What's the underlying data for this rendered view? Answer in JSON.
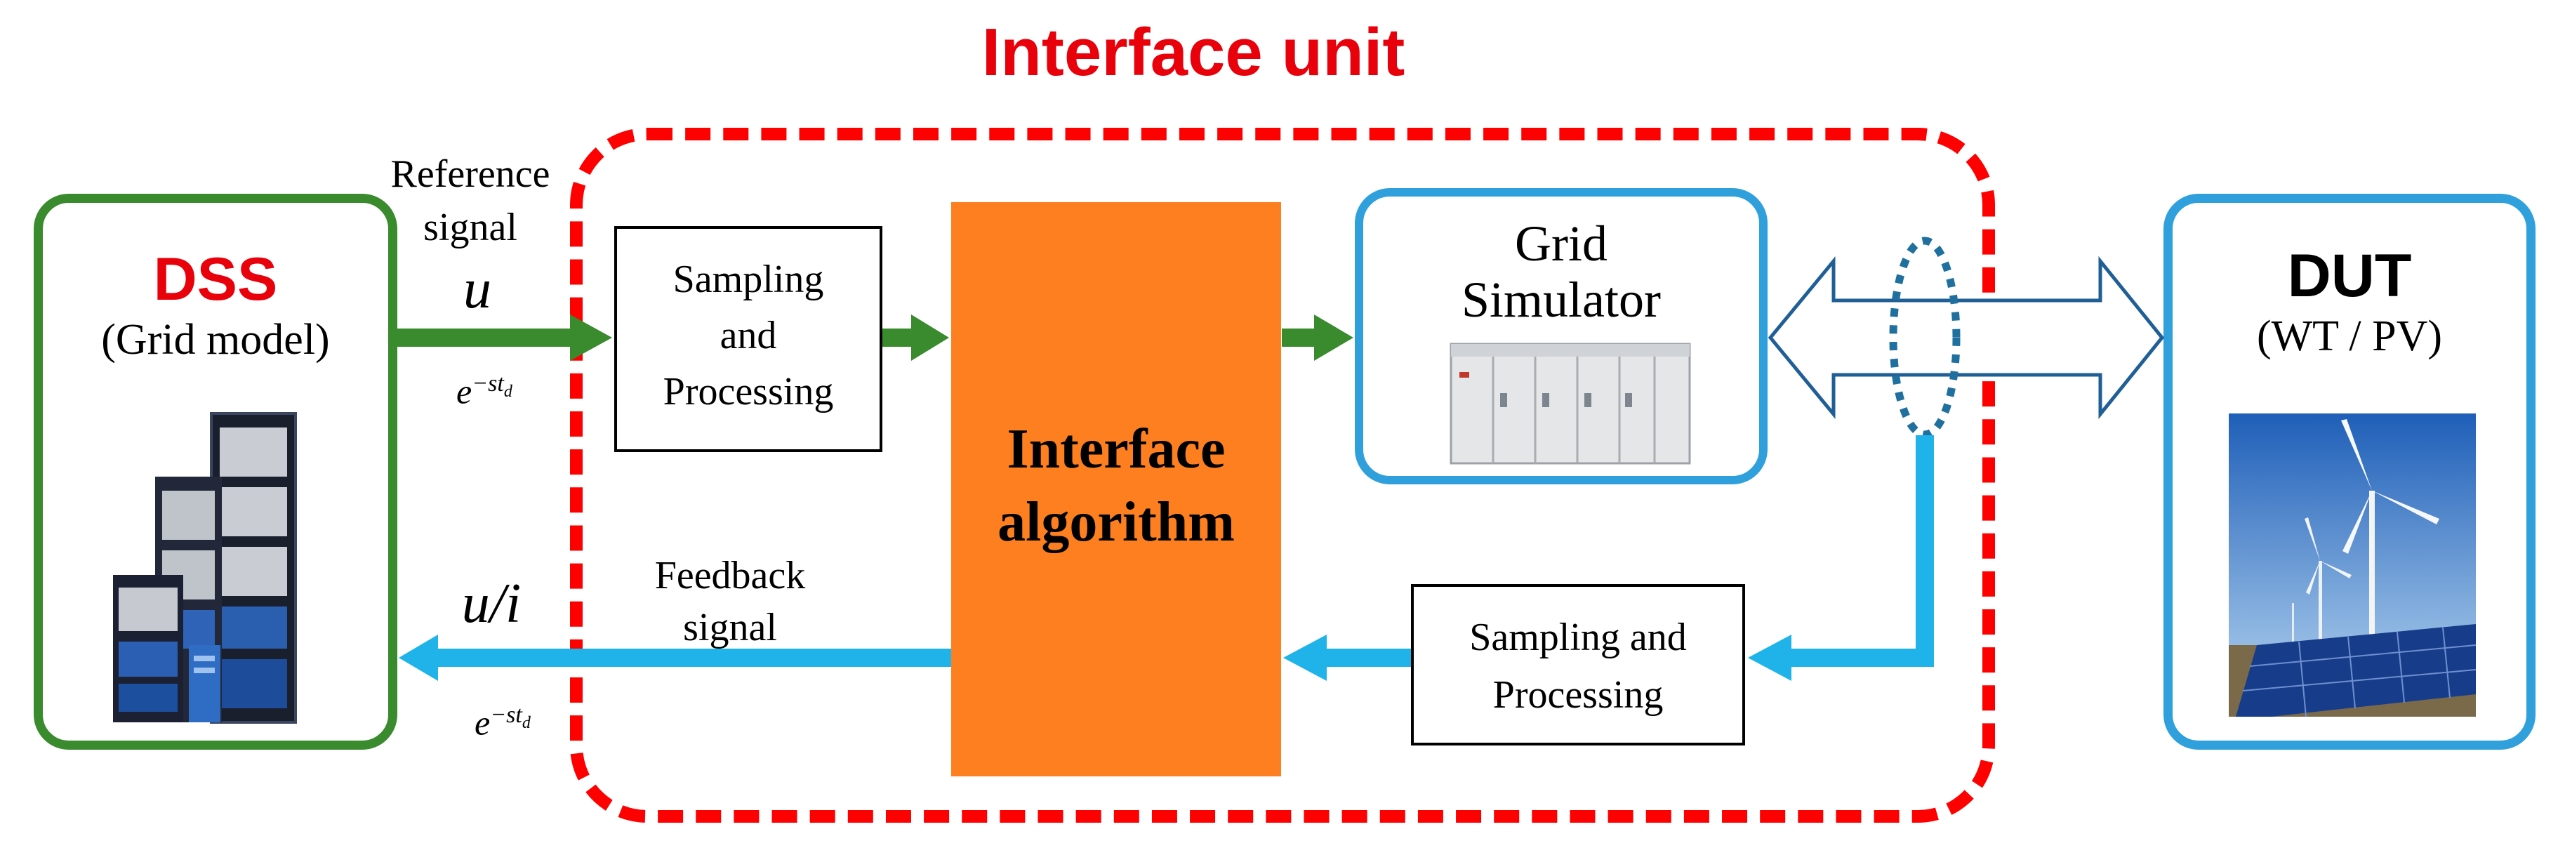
{
  "title": "Interface unit",
  "dss": {
    "label": "DSS",
    "sublabel": "(Grid model)"
  },
  "dut": {
    "label": "DUT",
    "sublabel": "(WT / PV)"
  },
  "grid_simulator": {
    "line1": "Grid",
    "line2": "Simulator"
  },
  "sampling_top": {
    "line1": "Sampling",
    "line2": "and",
    "line3": "Processing"
  },
  "sampling_bottom": {
    "line1": "Sampling and",
    "line2": "Processing"
  },
  "algorithm": {
    "line1": "Interface",
    "line2": "algorithm"
  },
  "reference": {
    "line1": "Reference",
    "line2": "signal",
    "symbol": "u"
  },
  "feedback": {
    "line1": "Feedback",
    "line2": "signal",
    "symbol": "u/i"
  },
  "delay": {
    "base": "e",
    "exponent": "−st",
    "subscript": "d"
  },
  "colors": {
    "title_red": "#e8000b",
    "dashed_red": "#ff0000",
    "green": "#3a8a2e",
    "green_arrow": "#3a8a2e",
    "blue": "#2fa0dc",
    "blue_arrow": "#1fb3ea",
    "orange": "#fd7f20",
    "dut_text": "#000000",
    "dss_text": "#e8000b"
  }
}
